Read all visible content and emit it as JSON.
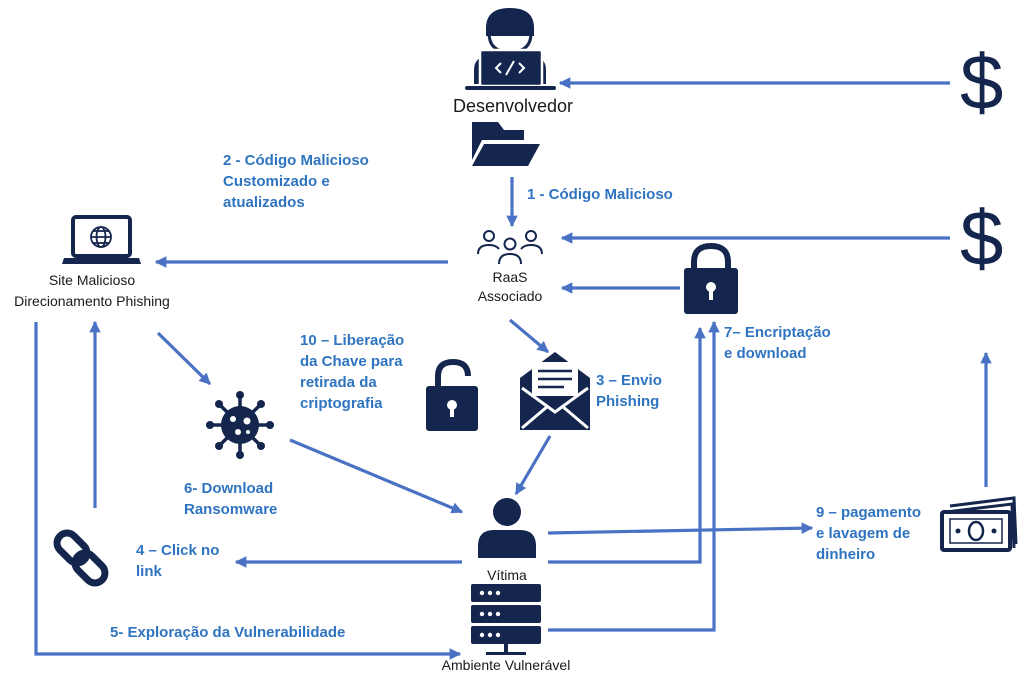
{
  "nodes": {
    "desenvolvedor": "Desenvolvedor",
    "raas": [
      "RaaS",
      "Associado"
    ],
    "site": [
      "Site Malicioso",
      "Direcionamento Phishing"
    ],
    "vitima": "Vítima",
    "ambiente": "Ambiente Vulnerável"
  },
  "steps": {
    "s1": "1 - Código Malicioso",
    "s2": [
      "2 - Código Malicioso",
      "Customizado e",
      "atualizados"
    ],
    "s3": [
      "3 – Envio",
      "Phishing"
    ],
    "s4": [
      "4 – Click no",
      "link"
    ],
    "s5": "5- Exploração da Vulnerabilidade",
    "s6": [
      "6- Download",
      "Ransomware"
    ],
    "s7": [
      "7– Encriptação",
      "e download"
    ],
    "s9": [
      "9 – pagamento",
      "e lavagem de",
      "dinheiro"
    ],
    "s10": [
      "10 – Liberação",
      "da Chave para",
      "retirada da",
      "criptografia"
    ]
  },
  "icons": {
    "dollar_top": "$",
    "dollar_mid": "$"
  },
  "colors": {
    "arrow": "#4a72c4",
    "icon": "#14264d",
    "step_text": "#2f74c0"
  }
}
